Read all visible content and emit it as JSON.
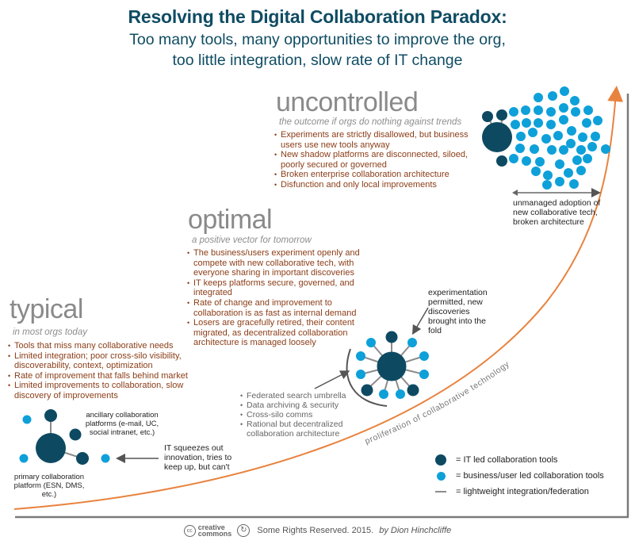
{
  "header": {
    "title": "Resolving the Digital Collaboration Paradox:",
    "subtitle_line1": "Too many tools, many opportunities to improve the org,",
    "subtitle_line2": "too little integration, slow rate of IT change"
  },
  "stages": {
    "uncontrolled": {
      "name": "uncontrolled",
      "tagline": "the outcome if orgs do nothing against trends",
      "bullets": [
        "Experiments are strictly disallowed, but business users use new tools anyway",
        "New shadow platforms are disconnected, siloed, poorly secured or governed",
        "Broken enterprise collaboration architecture",
        "Disfunction and only local improvements"
      ],
      "note": "unmanaged adoption of new collaborative tech, broken architecture"
    },
    "optimal": {
      "name": "optimal",
      "tagline": "a positive vector for tomorrow",
      "bullets": [
        "The business/users experiment openly and compete with new collaborative tech, with everyone sharing in important discoveries",
        "IT keeps platforms secure, governed, and integrated",
        "Rate of change and improvement to collaboration is as fast as internal demand",
        "Losers are gracefully retired, their content migrated, as decentralized collaboration architecture is managed loosely"
      ],
      "note": "experimentation permitted, new discoveries brought into the fold",
      "umbrella_bullets": [
        "Federated search umbrella",
        "Data archiving & security",
        "Cross-silo comms",
        "Rational but decentralized collaboration architecture"
      ]
    },
    "typical": {
      "name": "typical",
      "tagline": "in most orgs today",
      "bullets": [
        "Tools that miss many collaborative needs",
        "Limited integration; poor cross-silo visibility, discoverability, context, optimization",
        "Rate of improvement that falls behind market",
        "Limited improvements to collaboration, slow discovery of improvements"
      ],
      "ancillary_label": "ancillary collaboration platforms (e-mail, UC, social intranet, etc.)",
      "primary_label": "primary collaboration platform (ESN, DMS, etc.)",
      "squeeze_note": "IT squeezes out innovation, tries to keep up, but can't"
    }
  },
  "curve_label": "proliferation of collaborative technology",
  "legend": [
    {
      "symbol": "dark-dot",
      "label": "= IT led collaboration tools"
    },
    {
      "symbol": "light-dot",
      "label": "= business/user led collaboration tools"
    },
    {
      "symbol": "line",
      "label": "= lightweight integration/federation"
    }
  ],
  "footer": {
    "cc_top": "creative",
    "cc_bottom": "commons",
    "rights": "Some Rights Reserved. 2015.",
    "author": "by Dion Hinchcliffe"
  },
  "colors": {
    "title": "#0f4c63",
    "it_dark": "#0d4a62",
    "business_light": "#0ea0d9",
    "curve": "#e8833f",
    "bullet_text": "#8b3d17",
    "stage_gray": "#8a8a8a",
    "link_gray": "#8c8c8c"
  }
}
